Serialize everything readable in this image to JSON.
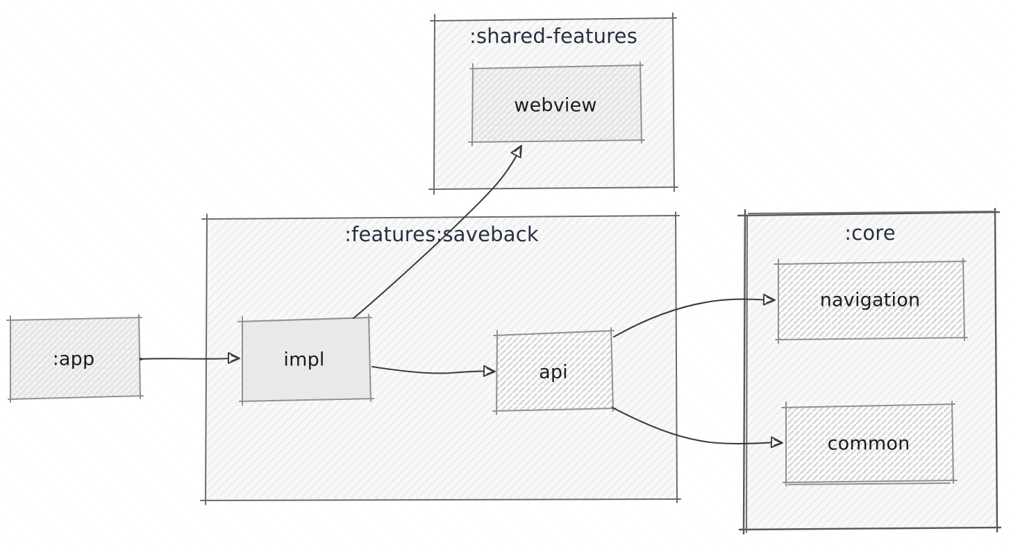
{
  "diagram": {
    "kind": "module-dependency-graph",
    "style": "hand-drawn-sketch",
    "containers": {
      "shared_features": {
        "label": ":shared-features",
        "children": [
          "webview"
        ]
      },
      "features_saveback": {
        "label": ":features:saveback",
        "children": [
          "impl",
          "api"
        ]
      },
      "core": {
        "label": ":core",
        "children": [
          "navigation",
          "common"
        ]
      }
    },
    "nodes": {
      "app": {
        "label": ":app",
        "fill_style": "hatched"
      },
      "webview": {
        "label": "webview",
        "container": ":shared-features",
        "fill_style": "hatched"
      },
      "impl": {
        "label": "impl",
        "container": ":features:saveback",
        "fill_style": "solid"
      },
      "api": {
        "label": "api",
        "container": ":features:saveback",
        "fill_style": "hatched"
      },
      "navigation": {
        "label": "navigation",
        "container": ":core",
        "fill_style": "hatched"
      },
      "common": {
        "label": "common",
        "container": ":core",
        "fill_style": "hatched"
      }
    },
    "edges": [
      {
        "from": ":app",
        "to": "impl",
        "arrowhead": "open-triangle"
      },
      {
        "from": "impl",
        "to": "webview",
        "arrowhead": "open-triangle"
      },
      {
        "from": "impl",
        "to": "api",
        "arrowhead": "open-triangle"
      },
      {
        "from": "api",
        "to": "navigation",
        "arrowhead": "open-triangle"
      },
      {
        "from": "api",
        "to": "common",
        "arrowhead": "open-triangle"
      }
    ],
    "colors": {
      "background": "#ffffff",
      "container_title": "#27303f",
      "node_label": "#1b1b1b",
      "container_border": "#6a6a6a",
      "node_border": "#8f8f8f",
      "edge_stroke": "#3c3c3c",
      "node_fill_solid": "#e9e9e9",
      "hatch_line": "#d7d7d7",
      "container_fill": "#f9f9f9"
    }
  }
}
